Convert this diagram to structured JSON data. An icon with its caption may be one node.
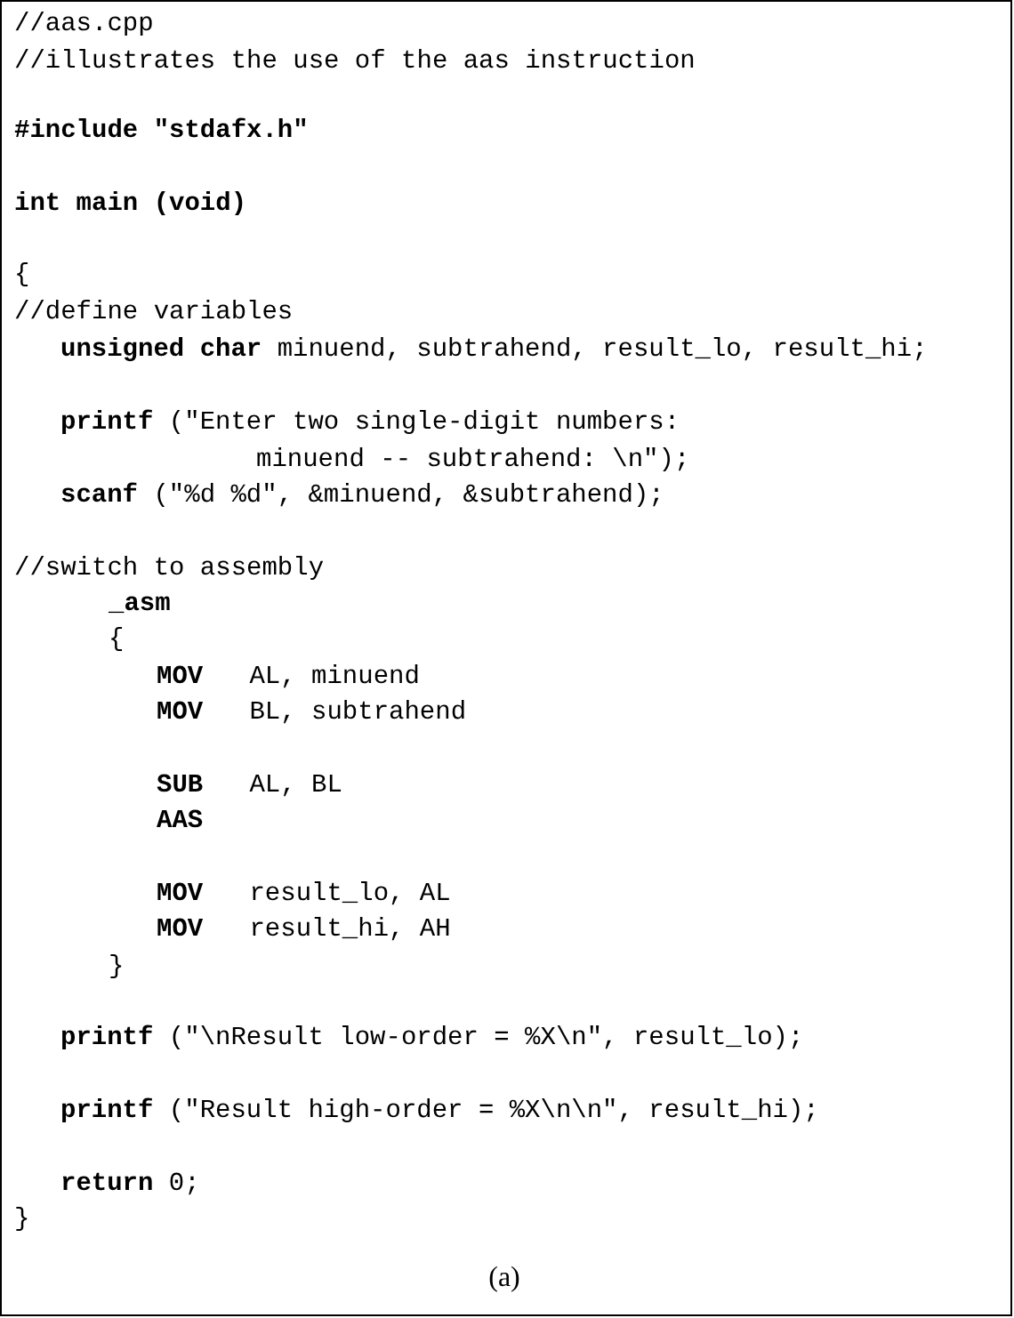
{
  "diagram": {
    "caption": "(a)",
    "labels": [
      "//aas.cpp",
      "//illustrates the use of the aas instruction",
      "#include \"stdafx.h\"",
      "int main (void)",
      "{",
      "//define variables",
      "**unsigned char** minuend, subtrahend, result_lo, result_hi;",
      "**printf** (\"Enter two single-digit numbers:",
      "minuend -- subtrahend: \\n\");",
      "**scanf** (\"%d %d\", &minuend, &subtrahend);",
      "//switch to assembly",
      "_asm",
      "{",
      "**MOV**   AL, minuend",
      "**MOV**   BL, subtrahend",
      "**SUB**   AL, BL",
      "AAS",
      "**MOV**   result_lo, AL",
      "**MOV**   result_hi, AH",
      "}",
      "**printf** (\"\\nResult low-order = %X\\n\", result_lo);",
      "**printf** (\"Result high-order = %X\\n\\n\", result_hi);",
      "**return** 0;",
      "}"
    ]
  }
}
